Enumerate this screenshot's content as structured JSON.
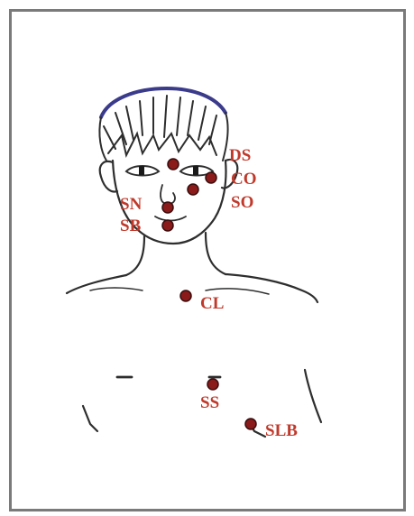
{
  "figure": {
    "accent_color": "#c0392b",
    "point_color": "#8b1a1a",
    "labels": {
      "ds": "DS",
      "co": "CO",
      "so": "SO",
      "sn": "SN",
      "sb": "SB",
      "cl": "CL",
      "ss": "SS",
      "slb": "SLB"
    }
  }
}
